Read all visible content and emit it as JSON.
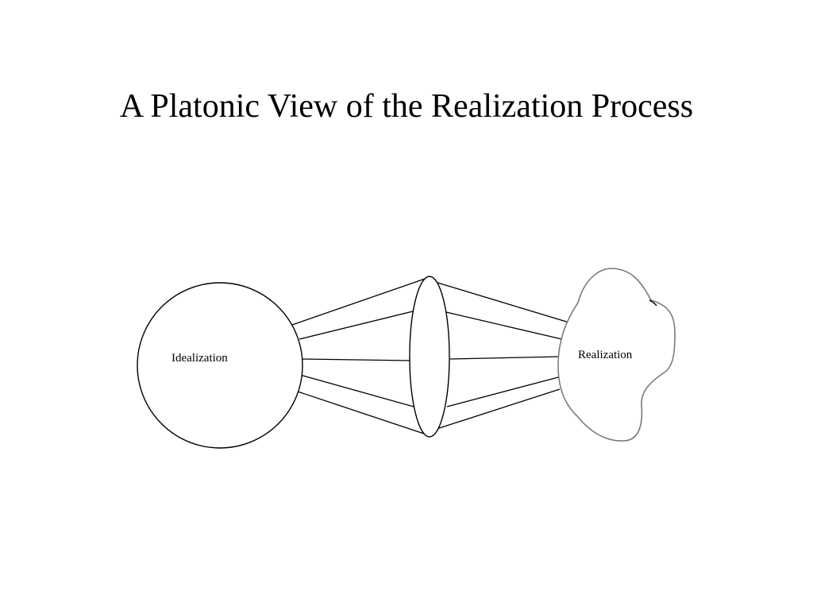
{
  "slide": {
    "title": "A Platonic View of the Realization Process"
  },
  "diagram": {
    "nodes": {
      "idealization": {
        "label": "Idealization"
      },
      "lens": {
        "label": ""
      },
      "realization": {
        "label": "Realization"
      }
    },
    "colors": {
      "stroke": "#000000",
      "cloud_stroke": "#7a7a7a",
      "background": "#ffffff"
    }
  }
}
